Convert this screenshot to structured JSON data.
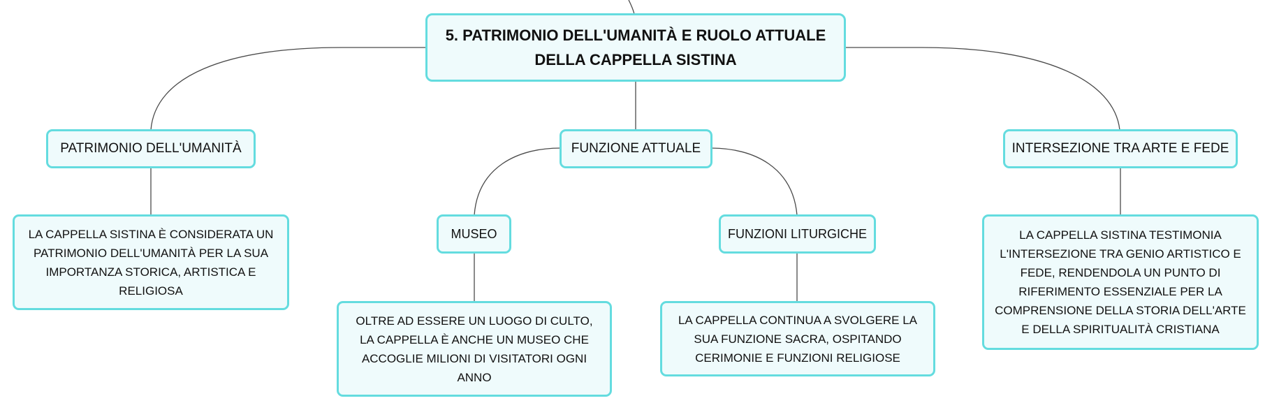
{
  "root": {
    "title": "5. PATRIMONIO DELL'UMANITÀ E RUOLO ATTUALE DELLA CAPPELLA SISTINA"
  },
  "topics": {
    "patrimonio": {
      "label": "PATRIMONIO DELL'UMANITÀ",
      "detail": "LA CAPPELLA SISTINA È CONSIDERATA UN PATRIMONIO DELL'UMANITÀ PER LA SUA IMPORTANZA STORICA, ARTISTICA E RELIGIOSA"
    },
    "funzione": {
      "label": "FUNZIONE ATTUALE",
      "museo": {
        "label": "MUSEO",
        "detail": "OLTRE AD ESSERE UN LUOGO DI CULTO, LA CAPPELLA È ANCHE UN MUSEO CHE ACCOGLIE MILIONI DI VISITATORI OGNI ANNO"
      },
      "liturgiche": {
        "label": "FUNZIONI LITURGICHE",
        "detail": "LA CAPPELLA CONTINUA A SVOLGERE LA SUA FUNZIONE SACRA, OSPITANDO CERIMONIE E FUNZIONI RELIGIOSE"
      }
    },
    "intersezione": {
      "label": "INTERSEZIONE TRA ARTE E FEDE",
      "detail": "LA CAPPELLA SISTINA TESTIMONIA L'INTERSEZIONE TRA GENIO ARTISTICO E FEDE, RENDENDOLA UN PUNTO DI RIFERIMENTO ESSENZIALE PER LA COMPRENSIONE DELLA STORIA DELL'ARTE E DELLA SPIRITUALITÀ CRISTIANA"
    }
  },
  "style": {
    "node_border": "#64dcdf",
    "node_fill": "#effbfc",
    "connector": "#4a4a4a"
  }
}
